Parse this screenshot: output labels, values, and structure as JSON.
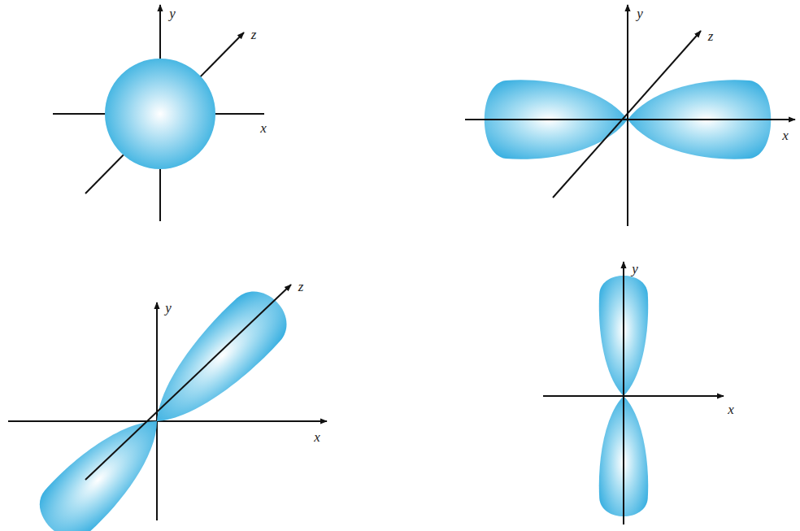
{
  "diagram": {
    "labels": [
      "y",
      "z",
      "x",
      "y",
      "z",
      "x",
      "y",
      "z",
      "x",
      "y",
      "x"
    ]
  }
}
